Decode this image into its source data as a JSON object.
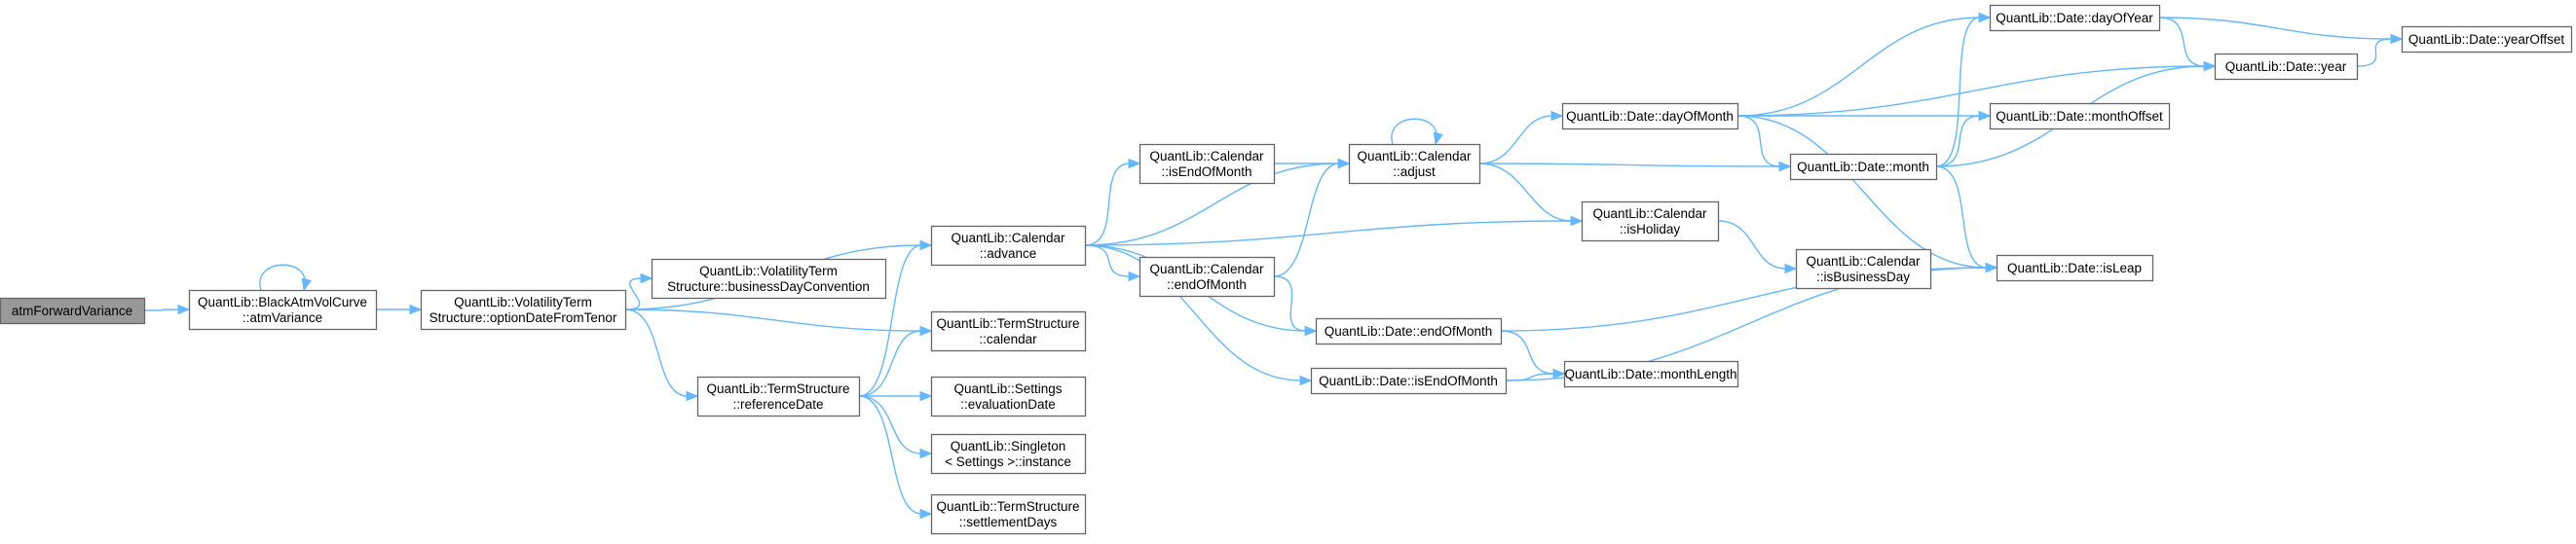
{
  "nodes": [
    {
      "id": "atmForwardVariance",
      "lines": [
        "atmForwardVariance"
      ],
      "root": true
    },
    {
      "id": "atmVariance",
      "lines": [
        "QuantLib::BlackAtmVolCurve",
        "::atmVariance"
      ]
    },
    {
      "id": "optionDateFromTenor",
      "lines": [
        "QuantLib::VolatilityTerm",
        "Structure::optionDateFromTenor"
      ]
    },
    {
      "id": "businessDayConvention",
      "lines": [
        "QuantLib::VolatilityTerm",
        "Structure::businessDayConvention"
      ]
    },
    {
      "id": "calendarAdvance",
      "lines": [
        "QuantLib::Calendar",
        "::advance"
      ]
    },
    {
      "id": "tsCalendar",
      "lines": [
        "QuantLib::TermStructure",
        "::calendar"
      ]
    },
    {
      "id": "referenceDate",
      "lines": [
        "QuantLib::TermStructure",
        "::referenceDate"
      ]
    },
    {
      "id": "evaluationDate",
      "lines": [
        "QuantLib::Settings",
        "::evaluationDate"
      ]
    },
    {
      "id": "singletonInstance",
      "lines": [
        "QuantLib::Singleton",
        "< Settings >::instance"
      ]
    },
    {
      "id": "settlementDays",
      "lines": [
        "QuantLib::TermStructure",
        "::settlementDays"
      ]
    },
    {
      "id": "isEndOfMonthCal",
      "lines": [
        "QuantLib::Calendar",
        "::isEndOfMonth"
      ]
    },
    {
      "id": "endOfMonthCal",
      "lines": [
        "QuantLib::Calendar",
        "::endOfMonth"
      ]
    },
    {
      "id": "calendarAdjust",
      "lines": [
        "QuantLib::Calendar",
        "::adjust"
      ]
    },
    {
      "id": "dateEndOfMonth",
      "lines": [
        "QuantLib::Date::endOfMonth"
      ]
    },
    {
      "id": "dateIsEndOfMonth",
      "lines": [
        "QuantLib::Date::isEndOfMonth"
      ]
    },
    {
      "id": "dayOfMonth",
      "lines": [
        "QuantLib::Date::dayOfMonth"
      ]
    },
    {
      "id": "isHoliday",
      "lines": [
        "QuantLib::Calendar",
        "::isHoliday"
      ]
    },
    {
      "id": "monthLength",
      "lines": [
        "QuantLib::Date::monthLength"
      ]
    },
    {
      "id": "isBusinessDay",
      "lines": [
        "QuantLib::Calendar",
        "::isBusinessDay"
      ]
    },
    {
      "id": "dayOfYear",
      "lines": [
        "QuantLib::Date::dayOfYear"
      ]
    },
    {
      "id": "monthOffset",
      "lines": [
        "QuantLib::Date::monthOffset"
      ]
    },
    {
      "id": "month",
      "lines": [
        "QuantLib::Date::month"
      ]
    },
    {
      "id": "year",
      "lines": [
        "QuantLib::Date::year"
      ]
    },
    {
      "id": "yearOffset",
      "lines": [
        "QuantLib::Date::yearOffset"
      ]
    },
    {
      "id": "isLeap",
      "lines": [
        "QuantLib::Date::isLeap"
      ]
    }
  ],
  "edges": [
    [
      "atmForwardVariance",
      "atmVariance"
    ],
    [
      "atmVariance",
      "atmVariance"
    ],
    [
      "atmVariance",
      "optionDateFromTenor"
    ],
    [
      "optionDateFromTenor",
      "businessDayConvention"
    ],
    [
      "optionDateFromTenor",
      "calendarAdvance"
    ],
    [
      "optionDateFromTenor",
      "tsCalendar"
    ],
    [
      "optionDateFromTenor",
      "referenceDate"
    ],
    [
      "referenceDate",
      "calendarAdvance"
    ],
    [
      "referenceDate",
      "tsCalendar"
    ],
    [
      "referenceDate",
      "evaluationDate"
    ],
    [
      "referenceDate",
      "singletonInstance"
    ],
    [
      "referenceDate",
      "settlementDays"
    ],
    [
      "calendarAdvance",
      "isEndOfMonthCal"
    ],
    [
      "calendarAdvance",
      "endOfMonthCal"
    ],
    [
      "calendarAdvance",
      "calendarAdjust"
    ],
    [
      "calendarAdvance",
      "isHoliday"
    ],
    [
      "calendarAdvance",
      "dateEndOfMonth"
    ],
    [
      "calendarAdvance",
      "dateIsEndOfMonth"
    ],
    [
      "isEndOfMonthCal",
      "calendarAdjust"
    ],
    [
      "endOfMonthCal",
      "calendarAdjust"
    ],
    [
      "endOfMonthCal",
      "dateEndOfMonth"
    ],
    [
      "calendarAdjust",
      "calendarAdjust"
    ],
    [
      "calendarAdjust",
      "dayOfMonth"
    ],
    [
      "calendarAdjust",
      "isHoliday"
    ],
    [
      "calendarAdjust",
      "month"
    ],
    [
      "dateEndOfMonth",
      "isLeap"
    ],
    [
      "dateEndOfMonth",
      "monthLength"
    ],
    [
      "dateIsEndOfMonth",
      "monthLength"
    ],
    [
      "dateIsEndOfMonth",
      "isLeap"
    ],
    [
      "dayOfMonth",
      "dayOfYear"
    ],
    [
      "dayOfMonth",
      "year"
    ],
    [
      "dayOfMonth",
      "monthOffset"
    ],
    [
      "dayOfMonth",
      "month"
    ],
    [
      "dayOfMonth",
      "isLeap"
    ],
    [
      "isHoliday",
      "isBusinessDay"
    ],
    [
      "month",
      "dayOfYear"
    ],
    [
      "month",
      "monthOffset"
    ],
    [
      "month",
      "year"
    ],
    [
      "month",
      "isLeap"
    ],
    [
      "dayOfYear",
      "year"
    ],
    [
      "dayOfYear",
      "yearOffset"
    ],
    [
      "year",
      "yearOffset"
    ]
  ],
  "colors": {
    "edge": "#63b8ff",
    "root_fill": "#999999",
    "node_border": "#666666",
    "node_fill": "#ffffff"
  }
}
